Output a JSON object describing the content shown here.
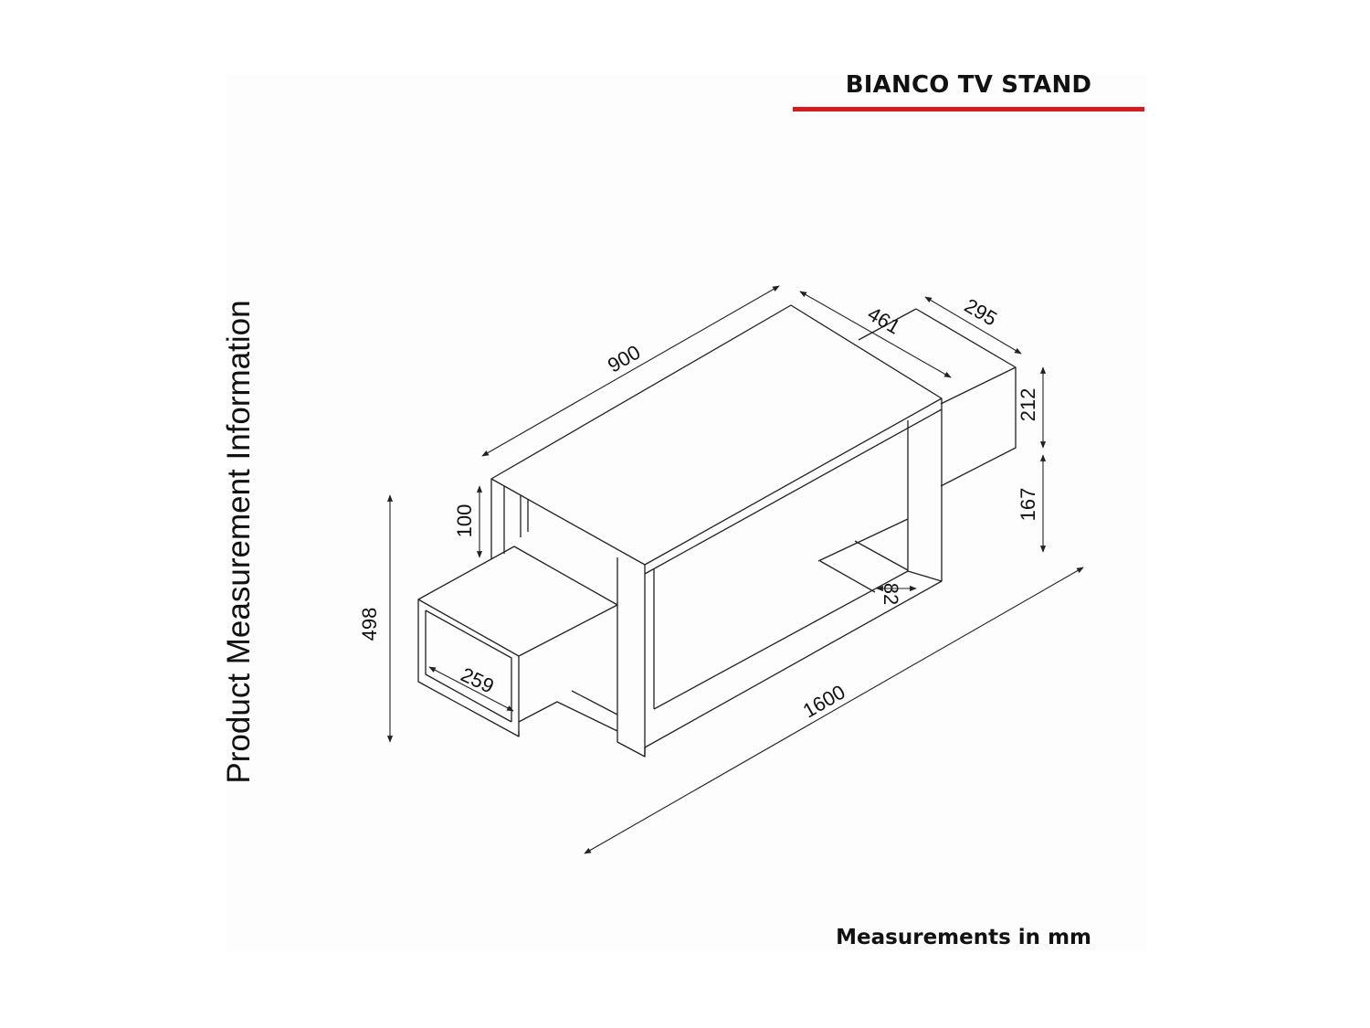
{
  "title": "BIANCO TV STAND",
  "side_label": "Product Measurement Information",
  "footer": "Measurements in mm",
  "colors": {
    "accent_rule": "#d71920",
    "line": "#222222"
  },
  "dimensions": {
    "width_top": "900",
    "depth_top": "461",
    "depth_side": "295",
    "height_upper": "212",
    "height_lower": "167",
    "shelf_gap": "100",
    "overall_height": "498",
    "inner_depth": "259",
    "panel_thickness": "82",
    "overall_width": "1600"
  }
}
